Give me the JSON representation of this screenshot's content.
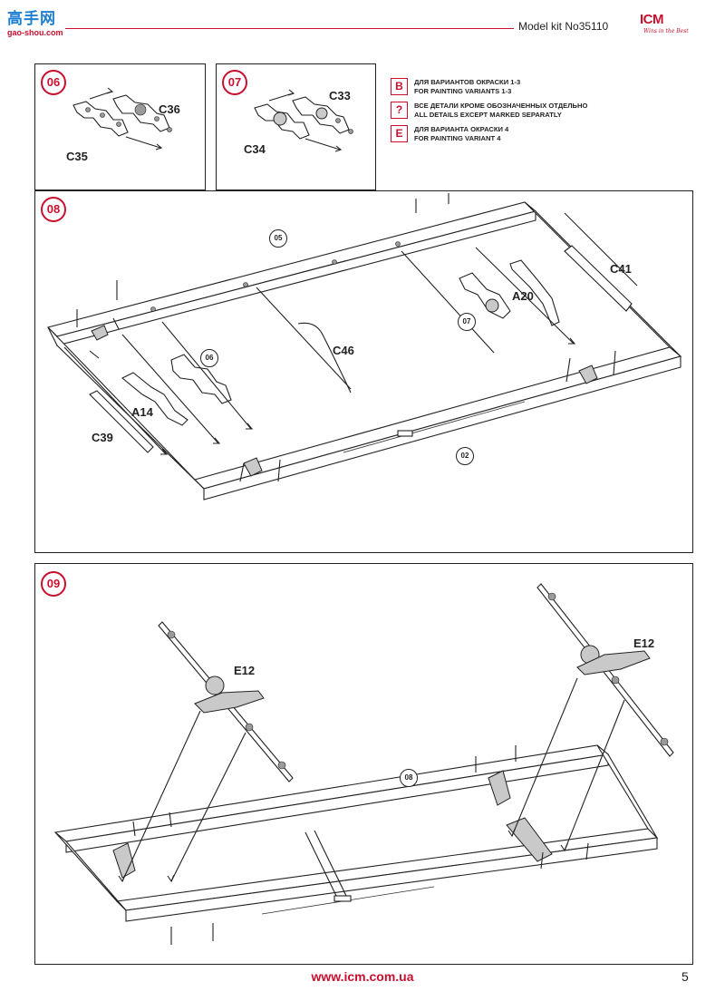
{
  "header": {
    "watermark_cn": "高手网",
    "watermark_url": "gao-shou.com",
    "model_kit": "Model kit No35110",
    "brand": "ICM",
    "brand_motto": "Wins in the Best"
  },
  "legend": [
    {
      "symbol": "B",
      "line1": "ДЛЯ ВАРИАНТОВ ОКРАСКИ 1-3",
      "line2": "FOR PAINTING VARIANTS 1-3"
    },
    {
      "symbol": "?",
      "line1": "ВСЕ ДЕТАЛИ КРОМЕ ОБОЗНАЧЕННЫХ ОТДЕЛЬНО",
      "line2": "ALL DETAILS EXCEPT MARKED SEPARATLY"
    },
    {
      "symbol": "E",
      "line1": "ДЛЯ ВАРИАНТА ОКРАСКИ 4",
      "line2": "FOR PAINTING VARIANT 4"
    }
  ],
  "steps": {
    "s06": {
      "number": "06",
      "labels": {
        "c36": "C36",
        "c35": "C35"
      }
    },
    "s07": {
      "number": "07",
      "labels": {
        "c33": "C33",
        "c34": "C34"
      }
    },
    "s08": {
      "number": "08",
      "labels": {
        "c41": "C41",
        "a20": "A20",
        "c46": "C46",
        "a14": "A14",
        "c39": "C39"
      },
      "refs": {
        "r05": "05",
        "r07": "07",
        "r06": "06",
        "r02": "02"
      }
    },
    "s09": {
      "number": "09",
      "labels": {
        "e12_left": "E12",
        "e12_right": "E12"
      },
      "refs": {
        "r08": "08"
      }
    }
  },
  "footer": {
    "url": "www.icm.com.ua",
    "page": "5"
  }
}
